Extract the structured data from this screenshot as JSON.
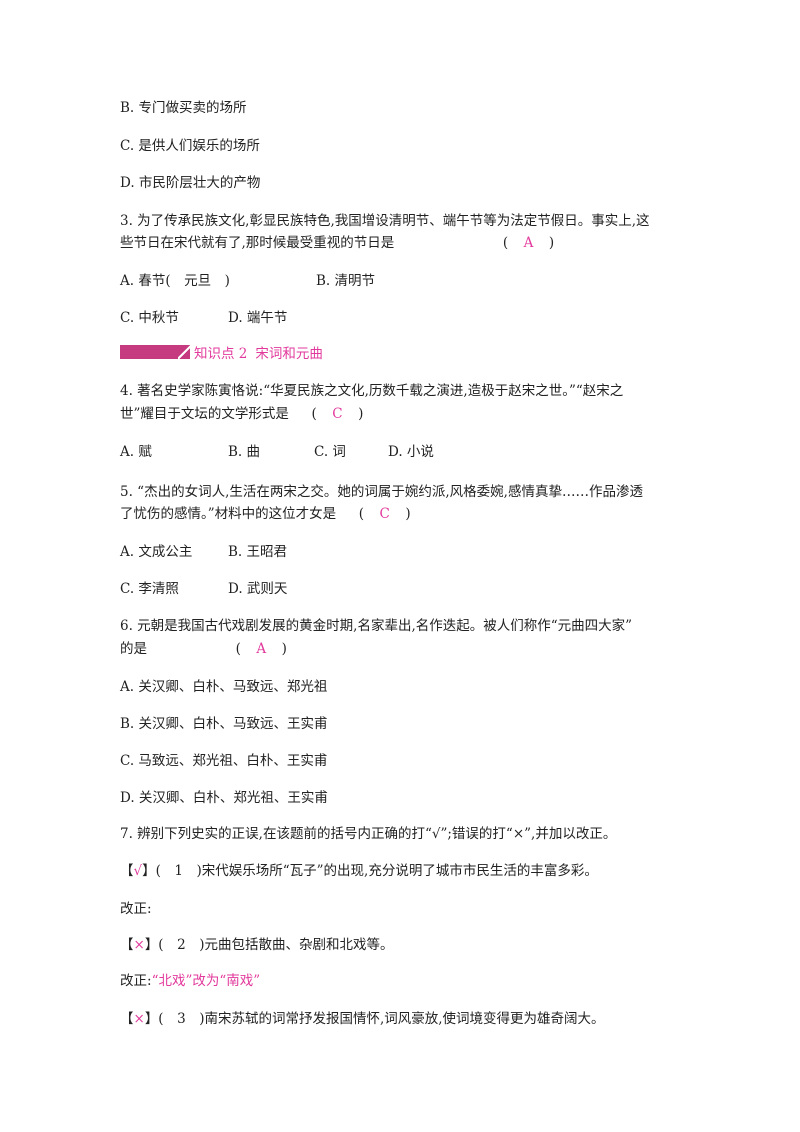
{
  "q2_options": {
    "b": "B. 专门做买卖的场所",
    "c": "C. 是供人们娱乐的场所",
    "d": "D. 市民阶层壮大的产物"
  },
  "q3": {
    "line1": "3. 为了传承民族文化,彰显民族特色,我国增设清明节、端午节等为法定节假日。事实上,这",
    "line2": "些节日在宋代就有了,那时候最受重视的节日是",
    "answer": "A",
    "options": {
      "a": "A. 春节(　元旦　)",
      "b": "B. 清明节",
      "c": "C. 中秋节",
      "d": "D. 端午节"
    }
  },
  "section": {
    "label": "知识点 2",
    "title": "宋词和元曲"
  },
  "q4": {
    "line1": "4. 著名史学家陈寅恪说:“华夏民族之文化,历数千载之演进,造极于赵宋之世。”“赵宋之",
    "line2": "世”耀目于文坛的文学形式是",
    "answer": "C",
    "options": {
      "a": "A. 赋",
      "b": "B. 曲",
      "c": "C. 词",
      "d": "D. 小说"
    }
  },
  "q5": {
    "line1": "5. “杰出的女词人,生活在两宋之交。她的词属于婉约派,风格委婉,感情真挚……作品渗透",
    "line2": "了忧伤的感情。”材料中的这位才女是",
    "answer": "C",
    "options": {
      "a": "A. 文成公主",
      "b": "B. 王昭君",
      "c": "C. 李清照",
      "d": "D. 武则天"
    }
  },
  "q6": {
    "line1": "6. 元朝是我国古代戏剧发展的黄金时期,名家辈出,名作迭起。被人们称作“元曲四大家”",
    "line2": "的是",
    "answer": "A",
    "options": {
      "a": "A. 关汉卿、白朴、马致远、郑光祖",
      "b": "B. 关汉卿、白朴、马致远、王实甫",
      "c": "C. 马致远、郑光祖、白朴、王实甫",
      "d": "D. 关汉卿、白朴、郑光祖、王实甫"
    }
  },
  "q7": {
    "stem": "7. 辨别下列史实的正误,在该题前的括号内正确的打“√”;错误的打“×”,并加以改正。",
    "items": [
      {
        "mark": "√",
        "num": "1",
        "text": ")宋代娱乐场所“瓦子”的出现,充分说明了城市市民生活的丰富多彩。",
        "correction_label": "改正:",
        "correction": ""
      },
      {
        "mark": "×",
        "num": "2",
        "text": ")元曲包括散曲、杂剧和北戏等。",
        "correction_label": "改正:",
        "correction": "“北戏”改为“南戏”"
      },
      {
        "mark": "×",
        "num": "3",
        "text": ")南宋苏轼的词常抒发报国情怀,词风豪放,使词境变得更为雄奇阔大。"
      }
    ]
  }
}
